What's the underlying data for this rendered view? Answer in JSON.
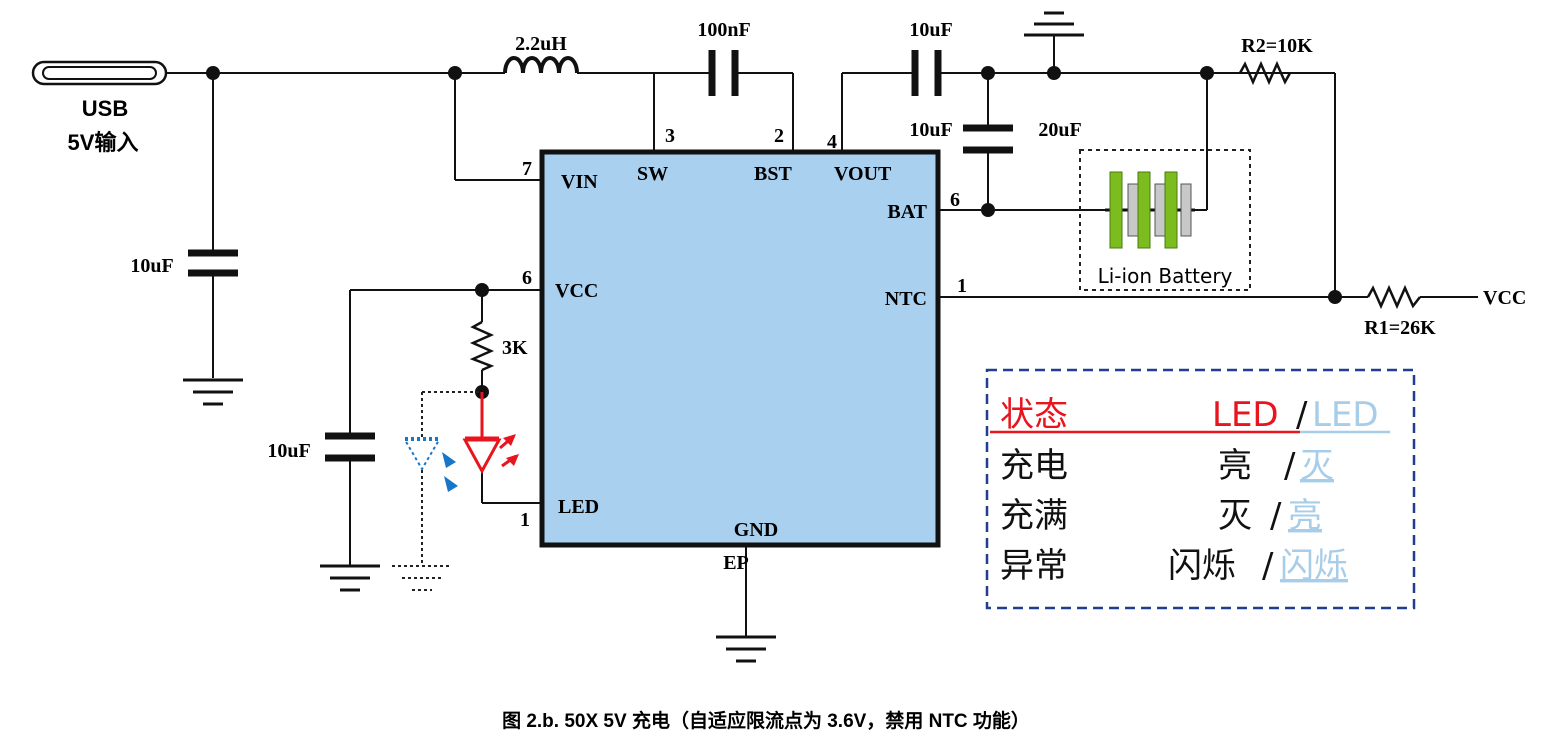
{
  "connector": {
    "label_line1": "USB",
    "label_line2": "5V输入"
  },
  "components": {
    "inductor": "2.2uH",
    "cap_bst": "100nF",
    "cap_vout": "10uF",
    "cap_bat_a": "10uF",
    "cap_bat_b": "20uF",
    "cap_vin": "10uF",
    "cap_vcc": "10uF",
    "res_led": "3K",
    "r2": "R2=10K",
    "r1": "R1=26K",
    "vcc_net": "VCC",
    "battery": "Li-ion Battery"
  },
  "chip": {
    "pins": {
      "vin": {
        "name": "VIN",
        "num": "7"
      },
      "sw": {
        "name": "SW",
        "num": "3"
      },
      "bst": {
        "name": "BST",
        "num": "2"
      },
      "vout": {
        "name": "VOUT",
        "num": "4"
      },
      "bat": {
        "name": "BAT",
        "num": "6"
      },
      "ntc": {
        "name": "NTC",
        "num": "1"
      },
      "vcc": {
        "name": "VCC",
        "num": "6"
      },
      "led": {
        "name": "LED",
        "num": "1"
      },
      "gnd": {
        "name": "GND"
      },
      "ep": {
        "name": "EP"
      }
    }
  },
  "status_table": {
    "header_state": "状态",
    "header_led": "LED",
    "header_slash": "/",
    "header_led_alt": "LED",
    "rows": [
      {
        "state": "充电",
        "led": "亮",
        "slash": "/",
        "alt": "灭"
      },
      {
        "state": "充满",
        "led": "灭",
        "slash": "/",
        "alt": "亮"
      },
      {
        "state": "异常",
        "led": "闪烁",
        "slash": "/",
        "alt": "闪烁"
      }
    ]
  },
  "caption": "图 2.b.   50X 5V 充电（自适应限流点为 3.6V，禁用 NTC 功能）",
  "colors": {
    "chip_fill": "#a9d0ef",
    "led_red": "#e8141e",
    "led_blue": "#1677c9",
    "alt_text": "#a7cde9",
    "table_border": "#1f3f8f",
    "battery_green": "#7dbc1e"
  }
}
